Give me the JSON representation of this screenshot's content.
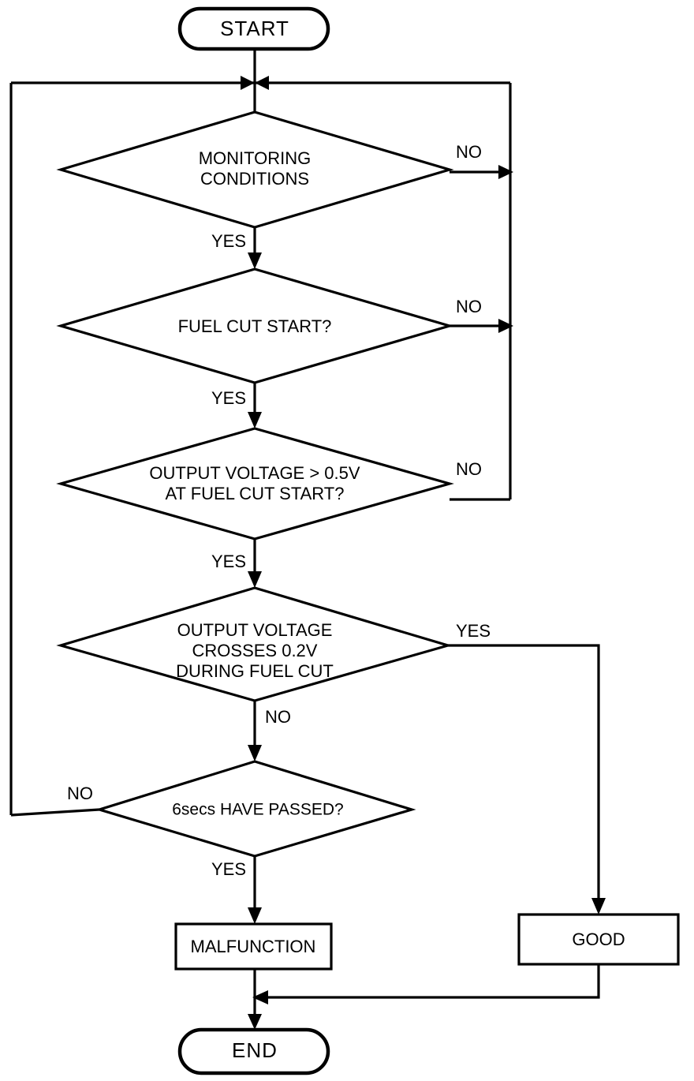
{
  "diagram": {
    "type": "flowchart",
    "title": "Oxygen sensor fuel-cut monitoring diagnostic flowchart",
    "orientation": "top-to-bottom",
    "background_color": "#ffffff",
    "line_color": "#000000",
    "nodes": {
      "start": {
        "label": "START",
        "shape": "stadium"
      },
      "d1": {
        "label_line1": "MONITORING",
        "label_line2": "CONDITIONS",
        "shape": "diamond"
      },
      "d2": {
        "label_line1": "FUEL CUT START?",
        "shape": "diamond"
      },
      "d3": {
        "label_line1": "OUTPUT VOLTAGE > 0.5V",
        "label_line2": "AT FUEL CUT START?",
        "shape": "diamond"
      },
      "d4": {
        "label_line1": "OUTPUT VOLTAGE",
        "label_line2": "CROSSES 0.2V",
        "label_line3": "DURING FUEL CUT",
        "shape": "diamond"
      },
      "d5": {
        "label_line1": "6secs HAVE PASSED?",
        "shape": "diamond"
      },
      "malfunction": {
        "label": "MALFUNCTION",
        "shape": "rect"
      },
      "good": {
        "label": "GOOD",
        "shape": "rect"
      },
      "end": {
        "label": "END",
        "shape": "stadium"
      }
    },
    "edge_labels": {
      "d1_no": "NO",
      "d1_yes": "YES",
      "d2_no": "NO",
      "d2_yes": "YES",
      "d3_no": "NO",
      "d3_yes": "YES",
      "d4_yes": "YES",
      "d4_no": "NO",
      "d5_no": "NO",
      "d5_yes": "YES"
    }
  }
}
